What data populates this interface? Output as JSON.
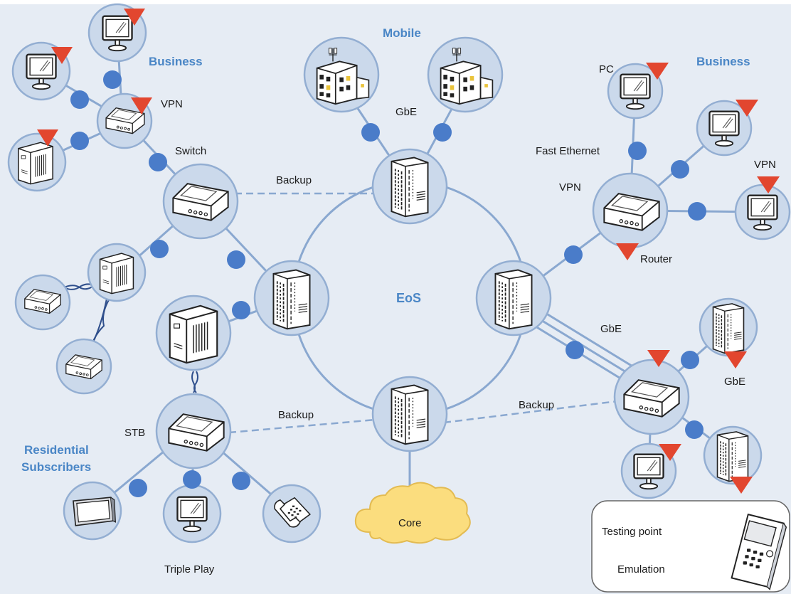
{
  "colors": {
    "background": "#e6ecf4",
    "node_fill": "#cbd9eb",
    "node_stroke": "#93aed2",
    "link": "#8aa8d0",
    "testing_point": "#4a7cc9",
    "emulation": "#e2462f",
    "title": "#4a86c6",
    "cloud_fill": "#fbdd7e",
    "cloud_stroke": "#e3bb52"
  },
  "labels": {
    "business_left": "Business",
    "business_right": "Business",
    "mobile": "Mobile",
    "eos": "EoS",
    "residential": [
      "Residential",
      "Subscribers"
    ],
    "vpn_left": "VPN",
    "switch": "Switch",
    "backup_top": "Backup",
    "gbe_top": "GbE",
    "pc": "PC",
    "fast_ethernet": "Fast Ethernet",
    "vpn_right_top": "VPN",
    "vpn_right": "VPN",
    "router": "Router",
    "gbe_right": "GbE",
    "gbe_far_right": "GbE",
    "backup_bottom_left": "Backup",
    "backup_bottom_right": "Backup",
    "stb": "STB",
    "triple_play": "Triple Play",
    "core": "Core"
  },
  "legend": {
    "testing_point": "Testing point",
    "emulation": "Emulation"
  },
  "icons": {
    "monitor": "monitor-icon",
    "router": "router-icon",
    "server": "server-icon",
    "rack": "rack-switch-icon",
    "building": "cell-site-building-icon",
    "phone": "telephone-icon",
    "tv": "flat-tv-icon",
    "tester": "handheld-tester-icon"
  }
}
